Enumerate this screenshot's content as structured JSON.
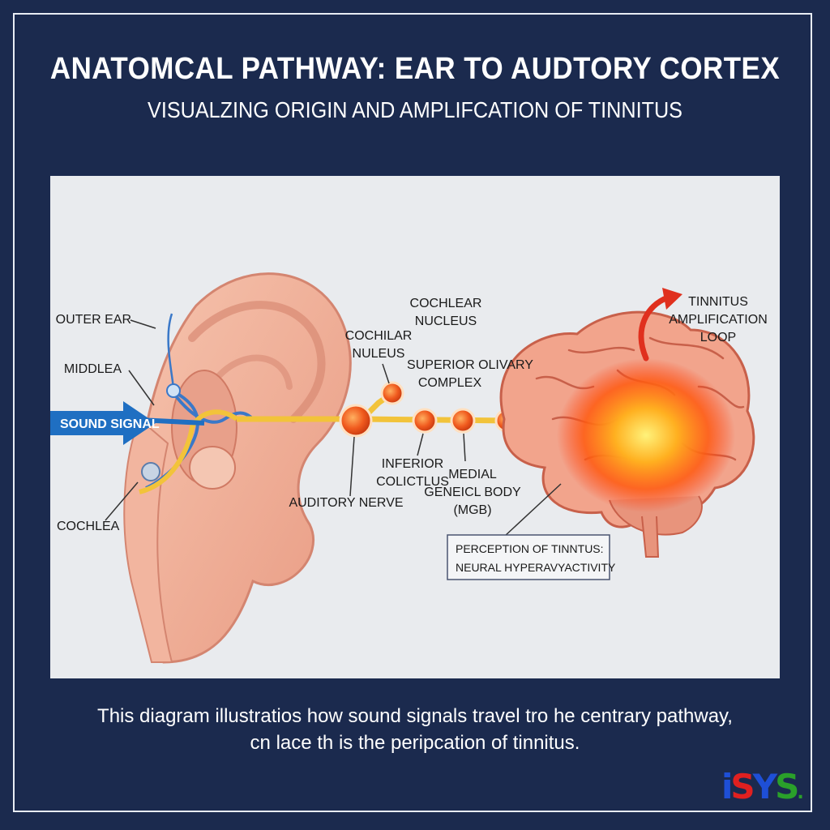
{
  "title": "ANATOMCAL PATHWAY: EAR TO AUDTORY CORTEX",
  "subtitle": "VISUALZING ORIGIN AND AMPLIFCATION OF TINNITUS",
  "labels": {
    "outer_ear": "OUTER EAR",
    "middle_ear": "MIDDLEA",
    "sound_signal": "SOUND SIGNAL",
    "cochlea": "COCHLEA",
    "cochlear_nucleus_top": [
      "COCHLEAR",
      "NUCLEUS"
    ],
    "cochlear_nucleus_left": [
      "COCHILAR",
      "NULEUS"
    ],
    "superior_olivary": [
      "SUPERIOR OLIVARY",
      "COMPLEX"
    ],
    "inferior_colliculus": [
      "INFERIOR",
      "COLICTLUS"
    ],
    "auditory_nerve": "AUDITORY NERVE",
    "medial_geniculate": [
      "MEDIAL",
      "GENEICL BODY",
      "(MGB)"
    ],
    "amplification_loop": [
      "TINNITUS",
      "AMPLIFICATION",
      "LOOP"
    ],
    "perception_box": [
      "PERCEPTION OF TINNTUS:",
      "NEURAL HYPERAVYACTIVITY"
    ]
  },
  "caption": [
    "This diagram illustratios how sound signals travel tro he centrary pathway,",
    "cn lace th is the peripcation of tinnitus."
  ],
  "logo": {
    "p1": "i",
    "p2": "S",
    "p3": "Y",
    "p4": "S",
    "p5": "."
  },
  "colors": {
    "background": "#1b2a4e",
    "panel": "#e9ebee",
    "pathway": "#f2c33a",
    "node": "#f05a1e",
    "signal_arrow": "#1f6fc2",
    "brain": "#f0a08a",
    "hot_zone": "#ff6a00"
  }
}
